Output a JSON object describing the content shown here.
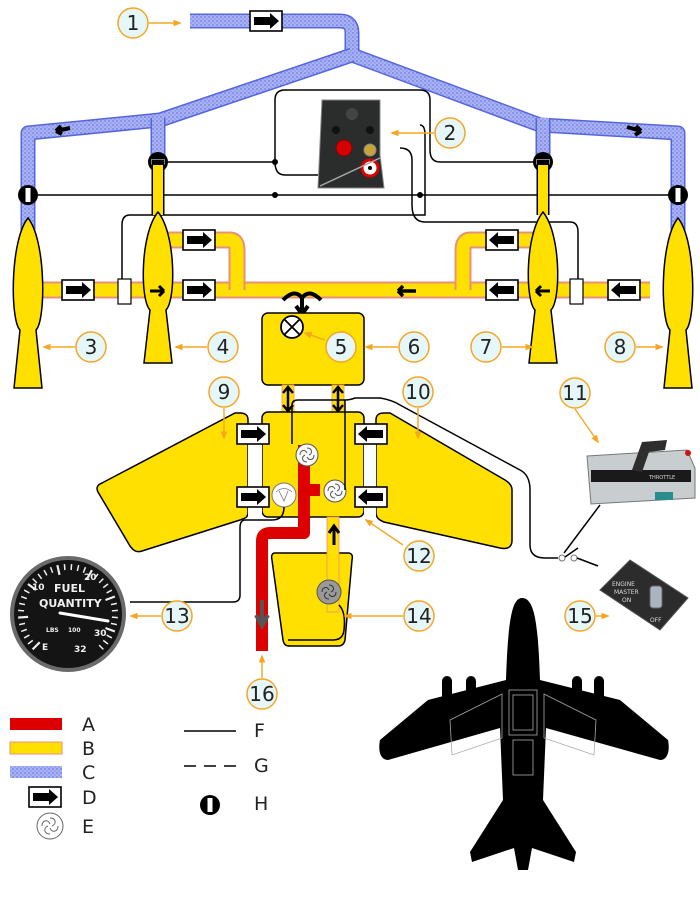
{
  "colors": {
    "fuel_red": "#dd0000",
    "fuel_yellow": "#ffe000",
    "fuel_yellow_edge": "#e8907a",
    "air_blue": "#8f9cf0",
    "air_blue_edge": "#5566dd",
    "callout_fill": "#e6f7f9",
    "callout_stroke": "#f5a623",
    "ink": "#000000"
  },
  "callouts": [
    {
      "number": "1"
    },
    {
      "number": "2"
    },
    {
      "number": "3"
    },
    {
      "number": "4"
    },
    {
      "number": "5"
    },
    {
      "number": "6"
    },
    {
      "number": "7"
    },
    {
      "number": "8"
    },
    {
      "number": "9"
    },
    {
      "number": "10"
    },
    {
      "number": "11"
    },
    {
      "number": "12"
    },
    {
      "number": "13"
    },
    {
      "number": "14"
    },
    {
      "number": "15"
    },
    {
      "number": "16"
    }
  ],
  "gauge": {
    "title_line1": "FUEL",
    "title_line2": "QUANTITY",
    "units": "LBS",
    "multiplier": "100",
    "scale": [
      "E",
      "10",
      "20",
      "30",
      "32"
    ],
    "needle_value": 27
  },
  "switch": {
    "label_line1": "ENGINE",
    "label_line2": "MASTER",
    "on_label": "ON",
    "off_label": "OFF"
  },
  "throttle": {
    "label": "THROTTLE"
  },
  "legend": {
    "items": [
      {
        "key": "A",
        "icon": "red-fuel-line"
      },
      {
        "key": "B",
        "icon": "yellow-fuel-line"
      },
      {
        "key": "C",
        "icon": "blue-air-line"
      },
      {
        "key": "D",
        "icon": "check-valve-arrow"
      },
      {
        "key": "E",
        "icon": "fuel-pump"
      },
      {
        "key": "F",
        "icon": "solid-line"
      },
      {
        "key": "G",
        "icon": "dashed-line"
      },
      {
        "key": "H",
        "icon": "shutoff-valve"
      }
    ]
  }
}
